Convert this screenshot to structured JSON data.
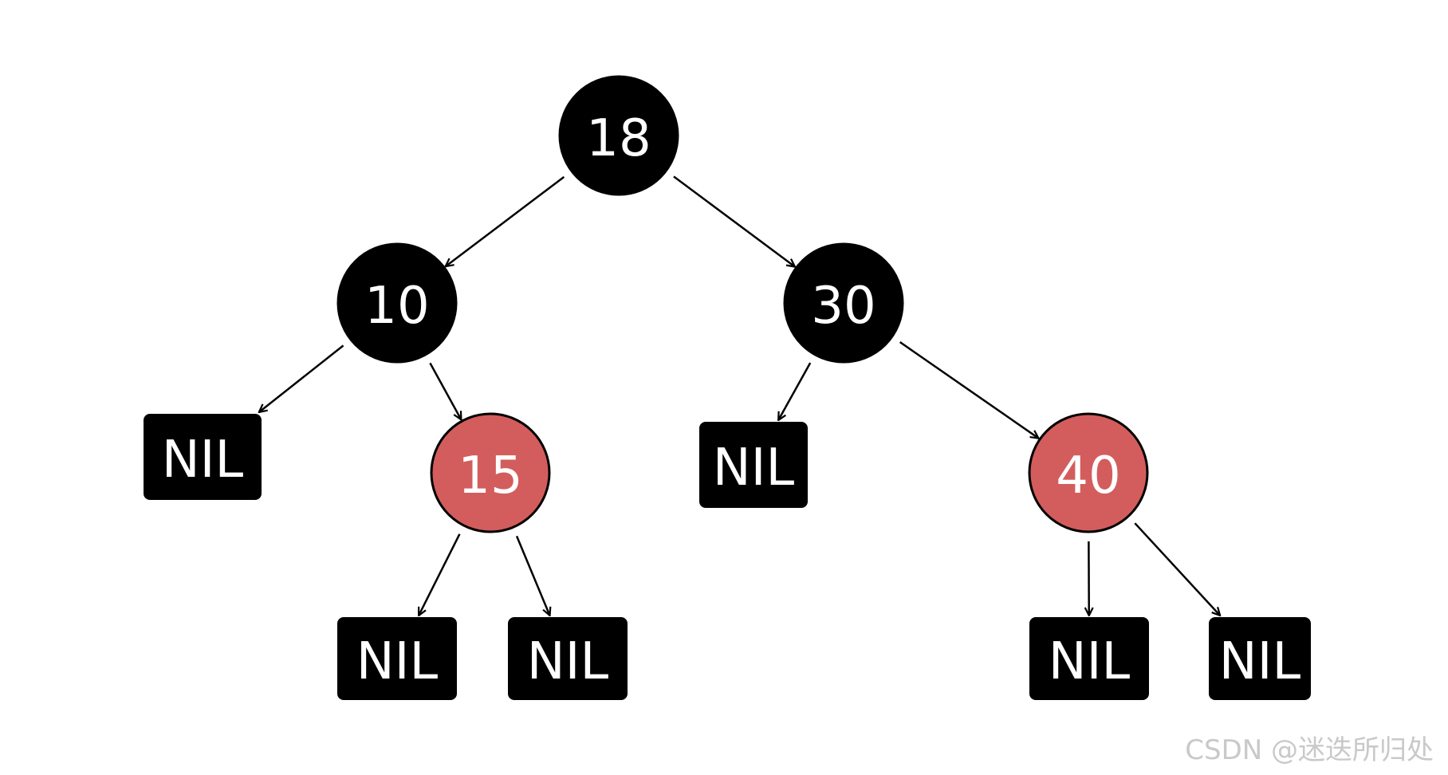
{
  "colors": {
    "black": "#000000",
    "red": "#d35d5d",
    "edge": "#000000",
    "text": "#ffffff"
  },
  "nodes": [
    {
      "id": "n18",
      "label": "18",
      "color": "black"
    },
    {
      "id": "n10",
      "label": "10",
      "color": "black"
    },
    {
      "id": "n30",
      "label": "30",
      "color": "black"
    },
    {
      "id": "n15",
      "label": "15",
      "color": "red"
    },
    {
      "id": "n40",
      "label": "40",
      "color": "red"
    }
  ],
  "nil_label": "NIL",
  "edges": [
    [
      "n18",
      "n10"
    ],
    [
      "n18",
      "n30"
    ],
    [
      "n10",
      "nil1"
    ],
    [
      "n10",
      "n15"
    ],
    [
      "n30",
      "nil2"
    ],
    [
      "n30",
      "n40"
    ],
    [
      "n15",
      "nil3"
    ],
    [
      "n15",
      "nil4"
    ],
    [
      "n40",
      "nil5"
    ],
    [
      "n40",
      "nil6"
    ]
  ],
  "watermark": "CSDN @迷迭所归处"
}
